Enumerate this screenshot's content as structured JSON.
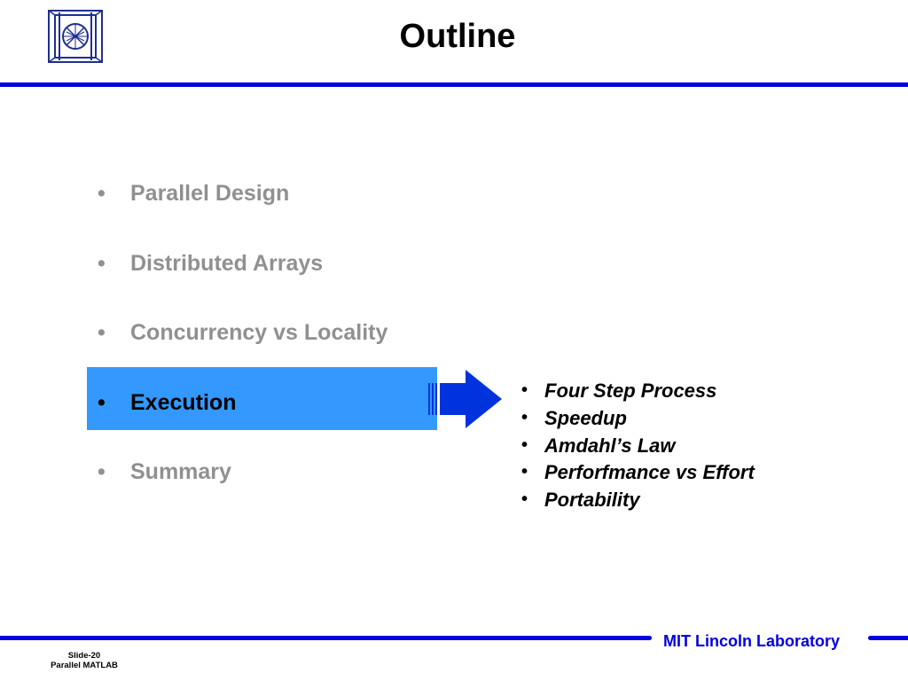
{
  "slide": {
    "title": "Outline"
  },
  "outline": {
    "bullet_glyph": "•",
    "items": [
      {
        "label": "Parallel Design",
        "active": false
      },
      {
        "label": "Distributed Arrays",
        "active": false
      },
      {
        "label": "Concurrency vs Locality",
        "active": false
      },
      {
        "label": "Execution",
        "active": true
      },
      {
        "label": "Summary",
        "active": false
      }
    ]
  },
  "subtopics": {
    "bullet_glyph": "•",
    "items": [
      "Four Step Process",
      "Speedup",
      "Amdahl’s Law",
      "Perforfmance vs Effort",
      "Portability"
    ]
  },
  "footer": {
    "lab_name": "MIT Lincoln Laboratory",
    "slide_number": "Slide-20",
    "deck_name": "Parallel MATLAB"
  },
  "colors": {
    "rule": "#0000e0",
    "highlight": "#3399ff",
    "inactive_text": "#909090",
    "active_text": "#000000",
    "arrow": "#0033dd",
    "logo": "#1f2f8f"
  },
  "icons": {
    "logo": "mit-ll-logo-icon",
    "arrow": "right-arrow-icon"
  }
}
